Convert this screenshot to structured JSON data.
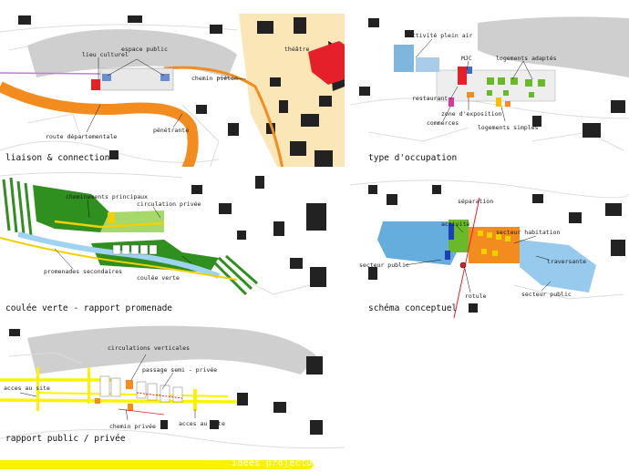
{
  "panels": {
    "liaison": {
      "title": "liaison & connection",
      "labels": {
        "lieu_culturel": "lieu culturel",
        "espace_public": "espace public",
        "theatre": "théâtre",
        "chemin_pieton": "chemin piéton",
        "route_departementale": "route départementale",
        "penetrante": "pénétrante"
      }
    },
    "occupation": {
      "title": "type d'occupation",
      "labels": {
        "activite_plein_air": "activité plein air",
        "mjc": "MJC",
        "logements_adaptes": "logements adaptés",
        "restaurant": "restaurant",
        "zone_exposition": "zone d'exposition",
        "commerces": "commerces",
        "logements_simples": "logements simples"
      }
    },
    "coulee": {
      "title": "coulée verte - rapport promenade",
      "labels": {
        "cheminements_principaux": "cheminements principaux",
        "circulation_privee": "circulation privée",
        "promenades_secondaires": "promenades secondaires",
        "coulee_verte": "coulée verte"
      }
    },
    "schema": {
      "title": "schéma conceptuel",
      "labels": {
        "separation": "séparation",
        "activite": "activité",
        "secteur_habitation": "secteur habitation",
        "secteur_public_left": "secteur public",
        "traversante": "traversante",
        "rotule": "rotule",
        "secteur_public_right": "secteur public"
      }
    },
    "rapport": {
      "title": "rapport public / privée",
      "labels": {
        "circulations_verticales": "circulations verticales",
        "passage_semi_prive": "passage semi - privée",
        "acces_au_site_left": "acces au site",
        "chemin_prive": "chemin privée",
        "acces_au_site_right": "acces au site"
      }
    }
  },
  "footer": {
    "label": "idées projectuelles"
  },
  "colors": {
    "orange_road": "#f28c1e",
    "yellow_band": "#fff200",
    "green_zone": "#2f8f1f",
    "blue_zone": "#4a9fd6",
    "red_accent": "#e5202a",
    "theatre_zone": "#fbe6b8",
    "grey_hill": "#cfcfcf"
  }
}
